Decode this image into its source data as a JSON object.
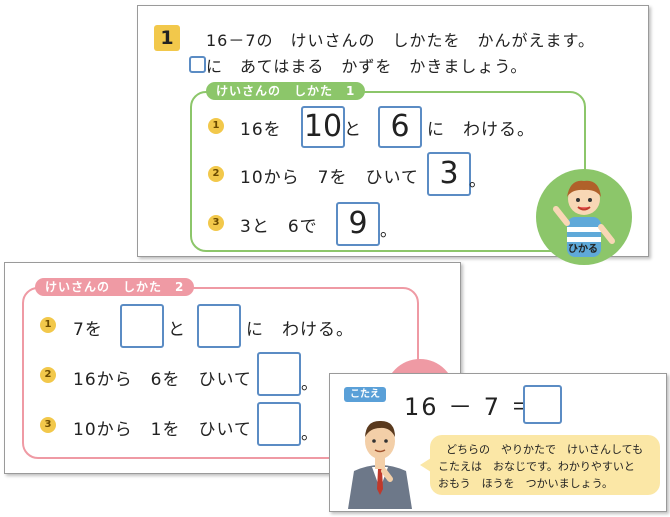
{
  "card1": {
    "number": "1",
    "instruction_line1": "16－7の　けいさんの　しかたを　かんがえます。",
    "instruction_line2": "に　あてはまる　かずを　かきましょう。",
    "panel_label": "けいさんの　しかた　1",
    "rows": [
      {
        "num": "1",
        "t1": "16を",
        "ans1": "10",
        "t2": "と",
        "ans2": "6",
        "t3": "に　わける。"
      },
      {
        "num": "2",
        "t1": "10から　7を　ひいて",
        "ans1": "3",
        "t2": "。"
      },
      {
        "num": "3",
        "t1": "3と　6で",
        "ans1": "9",
        "t2": "。"
      }
    ],
    "character_name": "ひかる"
  },
  "card2": {
    "panel_label": "けいさんの　しかた　2",
    "rows": [
      {
        "num": "1",
        "t1": "7を",
        "t2": "と",
        "t3": "に　わける。"
      },
      {
        "num": "2",
        "t1": "16から　6を　ひいて",
        "t2": "。"
      },
      {
        "num": "3",
        "t1": "10から　1を　ひいて",
        "t2": "。"
      }
    ]
  },
  "card3": {
    "label": "こたえ",
    "equation": "16 － 7 ＝",
    "bubble_line1": "どちらの　やりかたで　けいさんしても",
    "bubble_line2": "こたえは　おなじです。わかりやすいと",
    "bubble_line3": "おもう　ほうを　つかいましょう。"
  },
  "colors": {
    "green": "#8cc66a",
    "pink": "#ef9aa4",
    "box_blue": "#5b8cc4",
    "number_yellow": "#f2c84b",
    "bubble_yellow": "#fbe7a6",
    "label_blue": "#5aa0d8"
  }
}
